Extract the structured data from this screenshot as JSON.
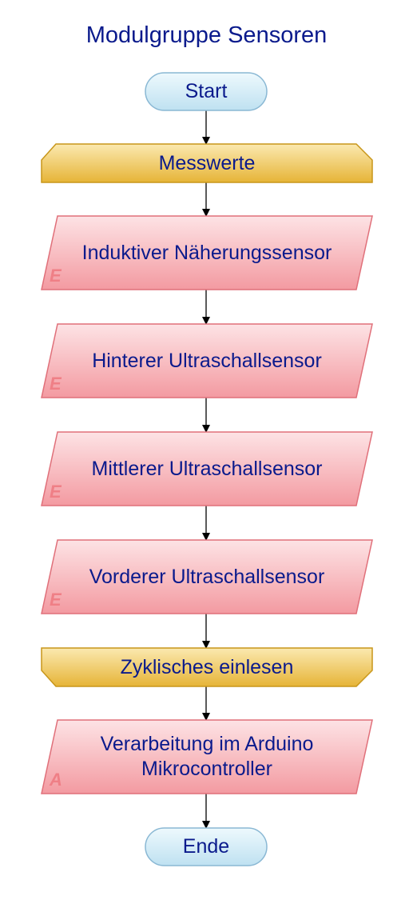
{
  "diagram": {
    "title": "Modulgruppe Sensoren",
    "start": "Start",
    "loop_start": "Messwerte",
    "inputs": [
      {
        "text": "Induktiver Näherungssensor",
        "tag": "E"
      },
      {
        "text": "Hinterer Ultraschallsensor",
        "tag": "E"
      },
      {
        "text": "Mittlerer Ultraschallsensor",
        "tag": "E"
      },
      {
        "text": "Vorderer Ultraschallsensor",
        "tag": "E"
      }
    ],
    "loop_end": "Zyklisches einlesen",
    "output": {
      "line1": "Verarbeitung im Arduino",
      "line2": "Mikrocontroller",
      "tag": "A"
    },
    "end": "Ende"
  },
  "colors": {
    "text": "#0a1a8c",
    "terminal_fill": "#d8eef8",
    "terminal_border": "#8ab8d4",
    "loop_fill": "#f0c64e",
    "loop_border": "#c8961a",
    "io_fill": "#f7b8bd",
    "io_border": "#e0707a",
    "io_tag": "#ef7f86"
  }
}
